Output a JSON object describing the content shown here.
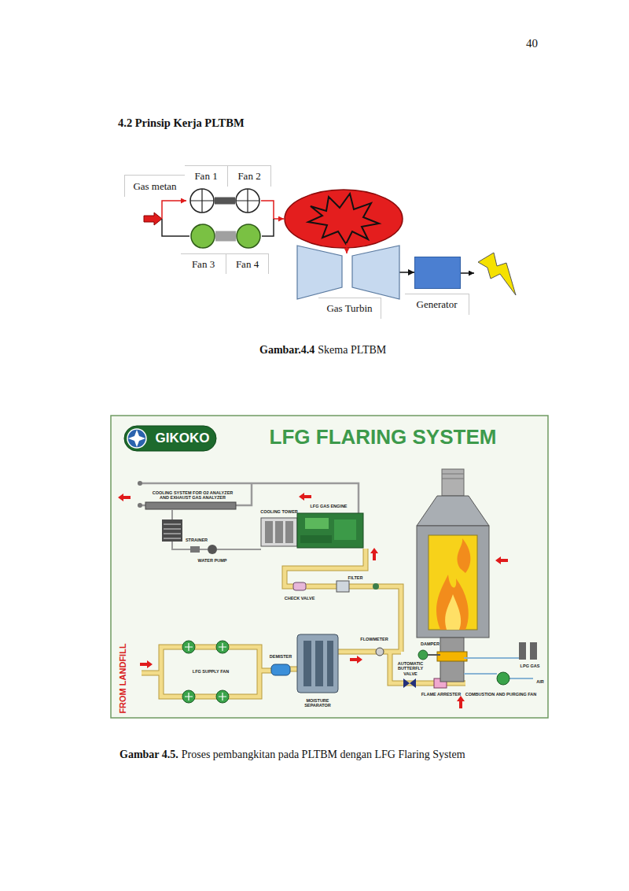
{
  "diagram": {
    "title": "4.2 Prinsip Kerja PLTBM",
    "nodes": [
      {
        "text": [
          "Fan 1"
        ]
      },
      {
        "text": [
          "Fan 2"
        ]
      },
      {
        "text": [
          "Fan 3"
        ]
      },
      {
        "text": [
          "Fan 4"
        ]
      },
      {
        "text": [
          "Gas Turbin"
        ]
      },
      {
        "text": [
          "Generator"
        ]
      }
    ],
    "edges": [
      {
        "from": 0,
        "to": 1,
        "arrow": "none"
      },
      {
        "from": 2,
        "to": 3,
        "arrow": "none"
      },
      {
        "from": 4,
        "to": 5,
        "arrow": "to"
      }
    ],
    "labels": [
      "40",
      "Gas metan",
      "Gambar.4.4",
      "Skema PLTBM",
      "GIKOKO",
      "LFG FLARING SYSTEM",
      "COOLING SYSTEM FOR O2 ANALYZER AND EXHAUST GAS ANALYZER",
      "COOLING TOWER",
      "LFG GAS ENGINE",
      "STRAINER",
      "WATER PUMP",
      "CHECK VALVE",
      "FILTER",
      "FLOWMETER",
      "DEMISTER",
      "MOISTURE SEPARATOR",
      "LFG SUPPLY FAN",
      "FROM LANDFILL",
      "DAMPER",
      "AUTOMATIC BUTTERFLY VALVE",
      "FLAME ARRESTER",
      "COMBUSTION AND PURGING FAN",
      "AIR",
      "LPG GAS",
      "Gambar 4.5.",
      "Proses pembangkitan pada PLTBM dengan LFG Flaring System"
    ]
  }
}
